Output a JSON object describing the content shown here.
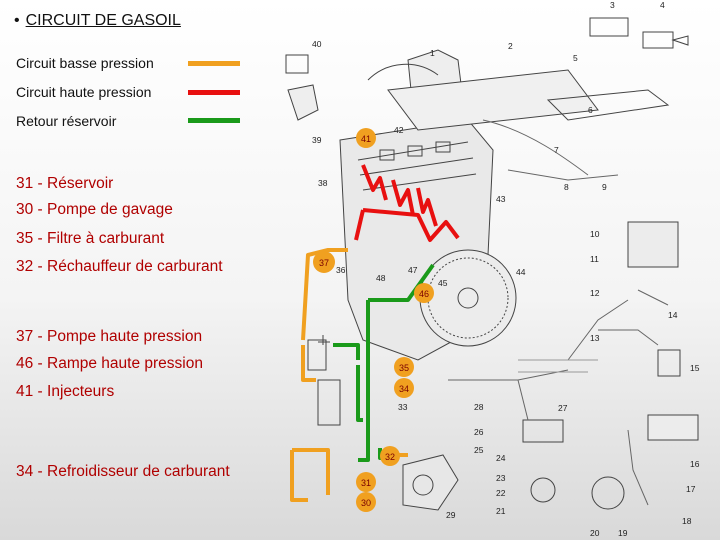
{
  "title": "CIRCUIT DE GASOIL",
  "bullet": "•",
  "legend": [
    {
      "label": "Circuit basse pression",
      "color": "#f0a020"
    },
    {
      "label": "Circuit haute pression",
      "color": "#e81010"
    },
    {
      "label": "Retour réservoir",
      "color": "#1a9a1a"
    }
  ],
  "components": [
    "31 - Réservoir",
    "30 - Pompe de gavage",
    "35 - Filtre à carburant",
    "32 - Réchauffeur de carburant",
    "37 - Pompe haute pression",
    "46 - Rampe haute pression",
    "41 - Injecteurs",
    "34 - Refroidisseur de carburant"
  ],
  "diagram": {
    "badges": [
      "41",
      "37",
      "46",
      "35",
      "34",
      "32",
      "31",
      "30"
    ],
    "badge_color": "#f0a020",
    "numbers": [
      "1",
      "2",
      "3",
      "4",
      "5",
      "6",
      "7",
      "8",
      "9",
      "10",
      "11",
      "12",
      "13",
      "14",
      "15",
      "16",
      "17",
      "18",
      "19",
      "20",
      "21",
      "22",
      "23",
      "24",
      "25",
      "26",
      "27",
      "28",
      "29",
      "33",
      "36",
      "38",
      "39",
      "40",
      "42",
      "43",
      "44",
      "45",
      "47",
      "48"
    ]
  }
}
